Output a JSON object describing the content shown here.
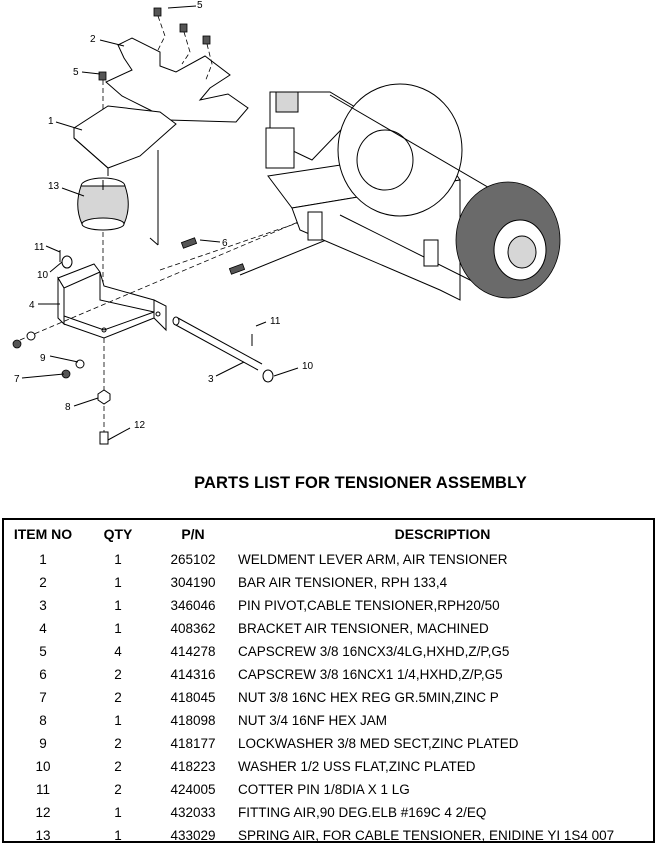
{
  "diagram": {
    "callouts": [
      "5",
      "2",
      "5",
      "1",
      "13",
      "11",
      "10",
      "6",
      "4",
      "9",
      "7",
      "11",
      "3",
      "10",
      "8",
      "12"
    ]
  },
  "title": "PARTS LIST FOR TENSIONER ASSEMBLY",
  "table": {
    "headers": [
      "ITEM NO",
      "QTY",
      "P/N",
      "DESCRIPTION"
    ],
    "rows": [
      [
        "1",
        "1",
        "265102",
        "WELDMENT LEVER ARM, AIR TENSIONER"
      ],
      [
        "2",
        "1",
        "304190",
        "BAR AIR TENSIONER, RPH 133,4"
      ],
      [
        "3",
        "1",
        "346046",
        "PIN PIVOT,CABLE TENSIONER,RPH20/50"
      ],
      [
        "4",
        "1",
        "408362",
        "BRACKET AIR TENSIONER, MACHINED"
      ],
      [
        "5",
        "4",
        "414278",
        "CAPSCREW 3/8 16NCX3/4LG,HXHD,Z/P,G5"
      ],
      [
        "6",
        "2",
        "414316",
        "CAPSCREW 3/8 16NCX1 1/4,HXHD,Z/P,G5"
      ],
      [
        "7",
        "2",
        "418045",
        "NUT 3/8 16NC HEX REG GR.5MIN,ZINC P"
      ],
      [
        "8",
        "1",
        "418098",
        "NUT 3/4 16NF HEX JAM"
      ],
      [
        "9",
        "2",
        "418177",
        "LOCKWASHER 3/8 MED SECT,ZINC PLATED"
      ],
      [
        "10",
        "2",
        "418223",
        "WASHER 1/2 USS FLAT,ZINC PLATED"
      ],
      [
        "11",
        "2",
        "424005",
        "COTTER PIN 1/8DIA X 1 LG"
      ],
      [
        "12",
        "1",
        "432033",
        "FITTING AIR,90 DEG.ELB #169C 4 2/EQ"
      ],
      [
        "13",
        "1",
        "433029",
        "SPRING AIR, FOR CABLE TENSIONER, ENIDINE YI 1S4 007"
      ]
    ]
  }
}
